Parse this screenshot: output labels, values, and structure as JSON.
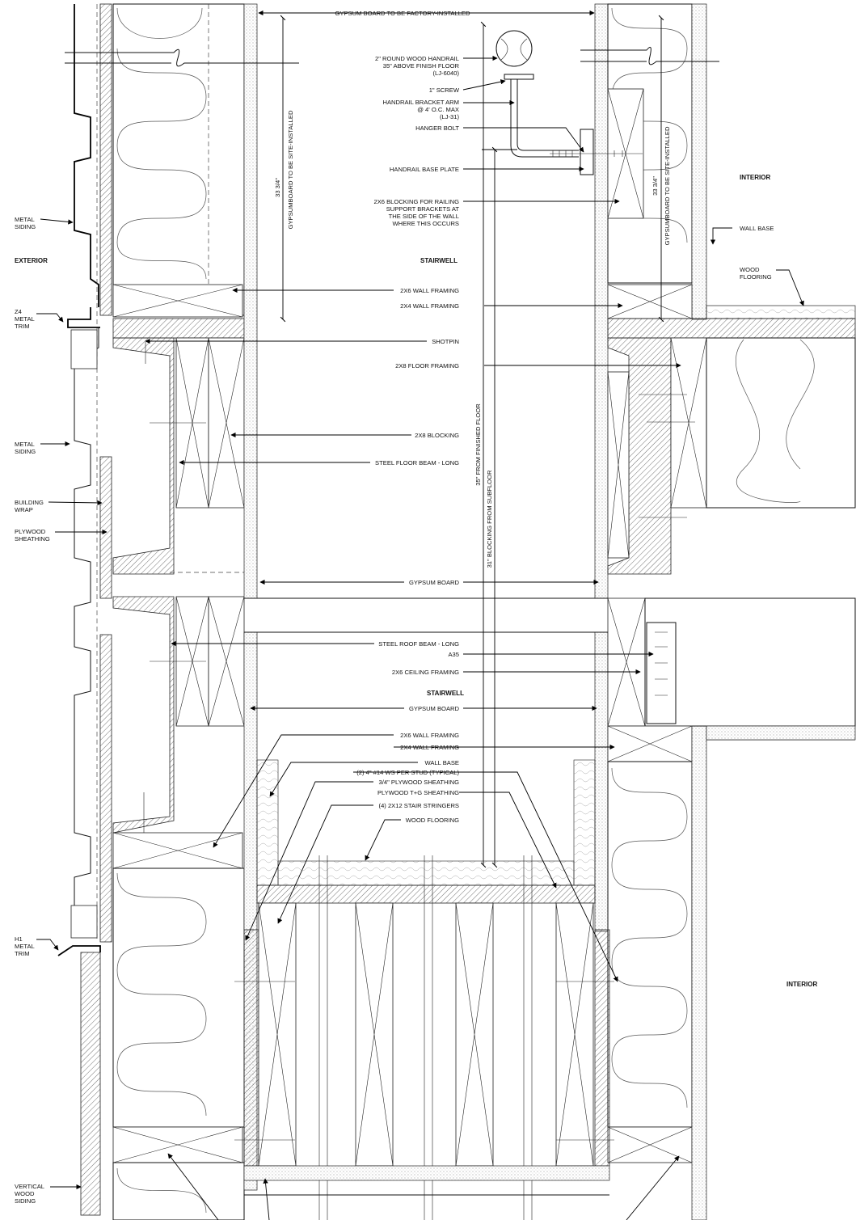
{
  "labels": {
    "gypsum_factory": "GYPSUM BOARD TO BE FACTORY-INSTALLED",
    "handrail_1": "2\" ROUND WOOD HANDRAIL",
    "handrail_2": "35\" ABOVE FINISH FLOOR",
    "handrail_3": "(LJ-6040)",
    "screw": "1\" SCREW",
    "bracket_1": "HANDRAIL BRACKET ARM",
    "bracket_2": "@ 4' O.C. MAX",
    "bracket_3": "(LJ-31)",
    "hanger_bolt": "HANGER BOLT",
    "base_plate": "HANDRAIL BASE PLATE",
    "blocking_1": "2X6 BLOCKING FOR RAILING",
    "blocking_2": "SUPPORT BRACKETS AT",
    "blocking_3": "THE SIDE OF THE WALL",
    "blocking_4": "WHERE THIS OCCURS",
    "metal_siding_top_1": "METAL",
    "metal_siding_top_2": "SIDING",
    "exterior": "EXTERIOR",
    "stairwell_top": "STAIRWELL",
    "interior_top": "INTERIOR",
    "wall_base_right": "WALL BASE",
    "wood_flooring_right_1": "WOOD",
    "wood_flooring_right_2": "FLOORING",
    "z4_1": "Z4",
    "z4_2": "METAL",
    "z4_3": "TRIM",
    "wall_framing_2x6_top": "2X6 WALL FRAMING",
    "wall_framing_2x4_top": "2X4 WALL FRAMING",
    "shotpin": "SHOTPIN",
    "floor_framing": "2X8 FLOOR FRAMING",
    "metal_siding_mid_1": "METAL",
    "metal_siding_mid_2": "SIDING",
    "blocking_2x8": "2X8 BLOCKING",
    "steel_floor_beam": "STEEL FLOOR BEAM - LONG",
    "building_wrap_1": "BUILDING",
    "building_wrap_2": "WRAP",
    "plywood_sheathing_1": "PLYWOOD",
    "plywood_sheathing_2": "SHEATHING",
    "gypsum_board_mid": "GYPSUM BOARD",
    "steel_roof_beam": "STEEL ROOF BEAM - LONG",
    "a35": "A35",
    "ceiling_framing": "2X6 CEILING FRAMING",
    "stairwell_mid": "STAIRWELL",
    "gypsum_board_low": "GYPSUM BOARD",
    "wall_framing_2x6_low": "2X6 WALL FRAMING",
    "wall_framing_2x4_low": "2X4 WALL FRAMING",
    "wall_base_low": "WALL BASE",
    "ws_per_stud": "(2) 4\" #14 WS PER STUD (TYPICAL)",
    "plywood_34": "3/4\" PLYWOOD SHEATHING",
    "plywood_tg": "PLYWOOD T+G SHEATHING",
    "stair_stringers": "(4) 2X12 STAIR STRINGERS",
    "wood_flooring_low": "WOOD FLOORING",
    "h1_1": "H1",
    "h1_2": "METAL",
    "h1_3": "TRIM",
    "interior_low": "INTERIOR",
    "vertical_siding_1": "VERTICAL",
    "vertical_siding_2": "WOOD",
    "vertical_siding_3": "SIDING",
    "dim_left_value": "33 3/4\"",
    "dim_left_note": "GYPSUMBOARD TO BE SITE-INSTALLED",
    "dim_right_value": "33 3/4\"",
    "dim_right_note": "GYPSUMBOARD TO BE SITE-INSTALLED",
    "dim_35": "35\" FROM FINISHED FLOOR",
    "dim_31": "31\" BLOCKING FROM SUBFLOOR"
  },
  "colors": {
    "ink": "#111111",
    "paper": "#ffffff"
  }
}
